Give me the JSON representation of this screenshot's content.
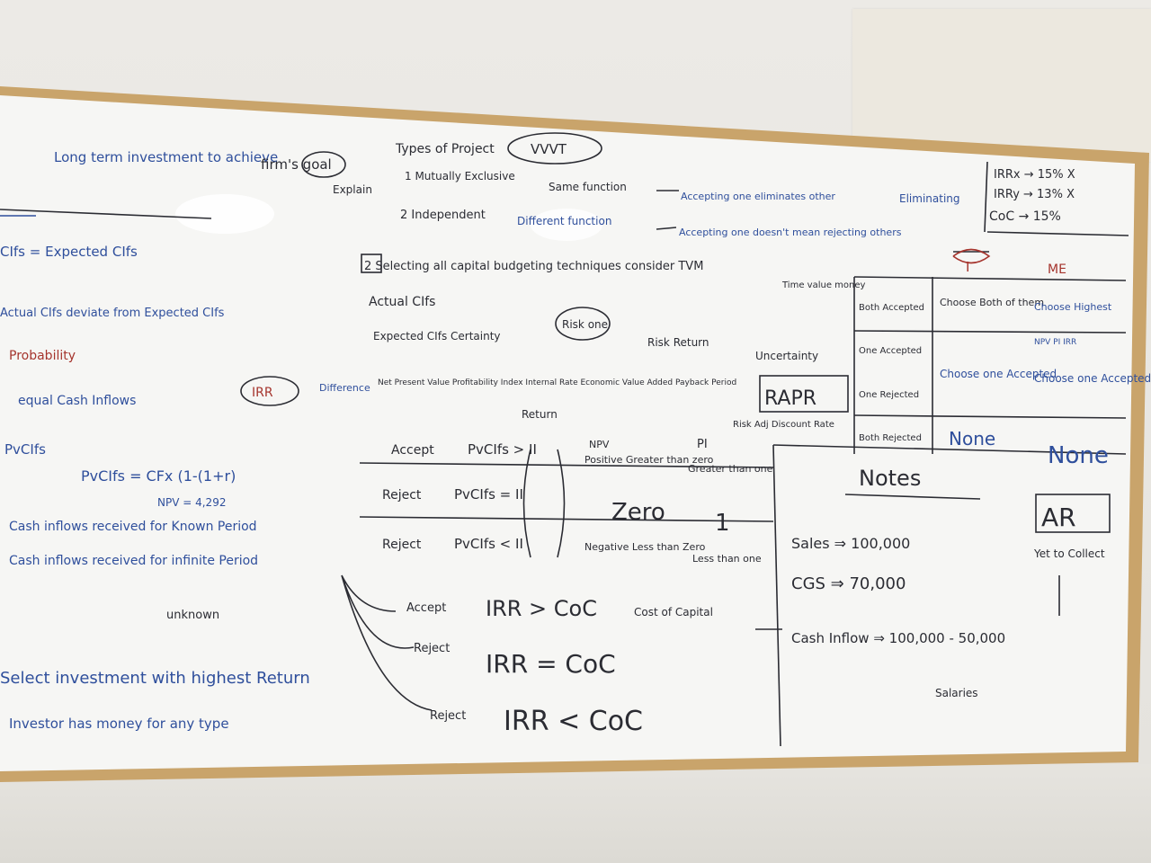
{
  "board": {
    "colors": {
      "ink_black": "#2b2c33",
      "ink_blue": "#2f4f9c",
      "ink_red": "#a5342d",
      "frame": "#c9a46b",
      "surface": "#f6f6f4"
    }
  },
  "left": {
    "l1": "Long term investment to achieve",
    "l1b": "firm's goal",
    "l2": "CIfs = Expected CIfs",
    "l3": "Actual CIfs deviate from Expected CIfs",
    "l4": "Probability",
    "l5": "equal Cash Inflows",
    "l6": "PvCIfs",
    "l7": "PvCIfs = CFx (1-(1+r)",
    "l8": "NPV = 4,292",
    "l9": "Cash inflows received for Known Period",
    "l10": "Cash inflows received for infinite Period",
    "l11": "Select investment with highest Return",
    "l12": "Investor has money for any type",
    "irr_box": "IRR",
    "unknown": "unknown"
  },
  "middle": {
    "types_title": "Types of Project",
    "wwwt": "VVVT",
    "explain": "Explain",
    "t1": "1 Mutually Exclusive",
    "t1b": "Same function",
    "t1c": "Accepting one eliminates other",
    "t2": "2 Independent",
    "t2b": "Different function",
    "t2c": "Accepting one doesn't mean rejecting others",
    "eliminating": "Eliminating",
    "sel": "2 Selecting all capital budgeting techniques consider TVM",
    "tvm": "Time value money",
    "actual": "Actual CIfs",
    "certainty": "Expected CIfs Certainty",
    "risk_one": "Risk one",
    "risk_return": "Risk Return",
    "uncertainty": "Uncertainty",
    "techniques": "Net Present Value  Profitability Index  Internal Rate  Economic Value Added  Payback Period",
    "return": "Return",
    "difference": "Difference",
    "rapr": "RAPR",
    "rapr_sub": "Risk Adj Discount Rate",
    "r1_label": "Accept",
    "r1": "PvCIfs > II",
    "r1b": "Positive Greater than zero",
    "r2_label": "Reject",
    "r2": "PvCIfs = II",
    "r2b": "Zero",
    "r3_label": "Reject",
    "r3": "PvCIfs < II",
    "r3b": "Negative Less than Zero",
    "npv": "NPV",
    "pi": "PI",
    "pi1": "Greater than one",
    "pi2": "1",
    "pi3": "Less than one",
    "irr1_label": "Accept",
    "irr1": "IRR > CoC",
    "cost_cap": "Cost of Capital",
    "irr2_label": "Reject",
    "irr2": "IRR = CoC",
    "irr3_label": "Reject",
    "irr3": "IRR < CoC"
  },
  "right": {
    "irr_x": "IRRx → 15% X",
    "irr_y": "IRRy → 13% X",
    "coc": "CoC → 15%",
    "col_i": "I",
    "col_me": "ME",
    "rows": [
      {
        "label": "Both Accepted",
        "i": "Choose Both of them",
        "me": "Choose Highest"
      },
      {
        "label": "One Accepted",
        "i": "Choose one Accepted",
        "me": "Choose one Accepted"
      },
      {
        "label": "One Rejected",
        "i": "",
        "me": ""
      },
      {
        "label": "Both Rejected",
        "i": "None",
        "me": "None"
      }
    ],
    "npv_pi_irr": "NPV  PI  IRR",
    "notes": "Notes",
    "sales": "Sales ⇒ 100,000",
    "cgs": "CGS ⇒ 70,000",
    "cash": "Cash Inflow ⇒ 100,000 - 50,000",
    "ar": "AR",
    "ar_sub": "Yet to Collect",
    "salary": "Salaries"
  }
}
